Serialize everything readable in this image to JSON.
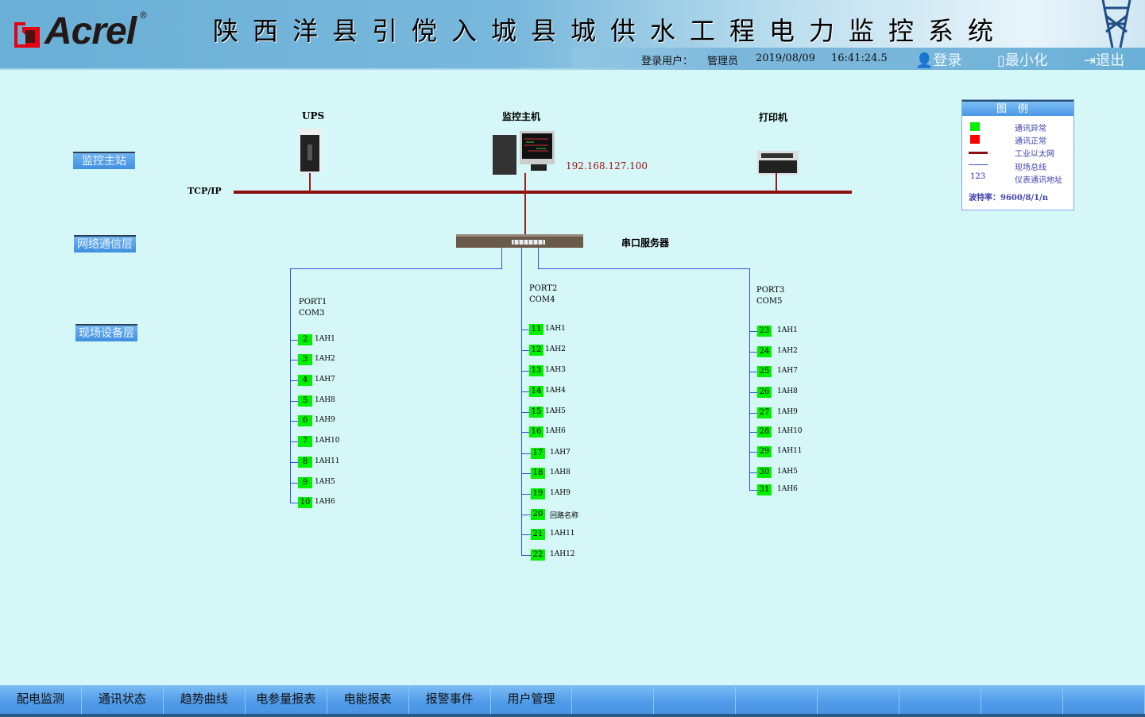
{
  "header": {
    "logo": "Acrel",
    "title": "陕西洋县引傥入城县城供水工程电力监控系统",
    "login_user_label": "登录用户：",
    "user": "管理员",
    "date": "2019/08/09",
    "time": "16:41:24.5",
    "login": "登录",
    "minimize": "最小化",
    "exit": "退出"
  },
  "layers": {
    "station": "监控主站",
    "network": "网络通信层",
    "field": "现场设备层"
  },
  "network": {
    "tcpip": "TCP/IP",
    "ups": "UPS",
    "host": "监控主机",
    "printer": "打印机",
    "ip": "192.168.127.100",
    "serial_server": "串口服务器"
  },
  "ports": [
    {
      "port": "PORT1",
      "com": "COM3",
      "devices": [
        {
          "addr": "2",
          "name": "1AH1"
        },
        {
          "addr": "3",
          "name": "1AH2"
        },
        {
          "addr": "4",
          "name": "1AH7"
        },
        {
          "addr": "5",
          "name": "1AH8"
        },
        {
          "addr": "6",
          "name": "1AH9"
        },
        {
          "addr": "7",
          "name": "1AH10"
        },
        {
          "addr": "8",
          "name": "1AH11"
        },
        {
          "addr": "9",
          "name": "1AH5"
        },
        {
          "addr": "10",
          "name": "1AH6"
        }
      ]
    },
    {
      "port": "PORT2",
      "com": "COM4",
      "devices": [
        {
          "addr": "11",
          "name": "1AH1"
        },
        {
          "addr": "12",
          "name": "1AH2"
        },
        {
          "addr": "13",
          "name": "1AH3"
        },
        {
          "addr": "14",
          "name": "1AH4"
        },
        {
          "addr": "15",
          "name": "1AH5"
        },
        {
          "addr": "16",
          "name": "1AH6"
        },
        {
          "addr": "17",
          "name": "1AH7"
        },
        {
          "addr": "18",
          "name": "1AH8"
        },
        {
          "addr": "19",
          "name": "1AH9"
        },
        {
          "addr": "20",
          "name": "回路名称"
        },
        {
          "addr": "21",
          "name": "1AH11"
        },
        {
          "addr": "22",
          "name": "1AH12"
        }
      ]
    },
    {
      "port": "PORT3",
      "com": "COM5",
      "devices": [
        {
          "addr": "23",
          "name": "1AH1"
        },
        {
          "addr": "24",
          "name": "1AH2"
        },
        {
          "addr": "25",
          "name": "1AH7"
        },
        {
          "addr": "26",
          "name": "1AH8"
        },
        {
          "addr": "27",
          "name": "1AH9"
        },
        {
          "addr": "28",
          "name": "1AH10"
        },
        {
          "addr": "29",
          "name": "1AH11"
        },
        {
          "addr": "30",
          "name": "1AH5"
        },
        {
          "addr": "31",
          "name": "1AH6"
        }
      ]
    }
  ],
  "legend": {
    "title": "图例",
    "items": [
      "通讯异常",
      "通讯正常",
      "工业以太网",
      "现场总线",
      "仪表通讯地址"
    ],
    "addr_sample": "123",
    "baud": "波特率：9600/8/1/n"
  },
  "colors": {
    "ok": "#00f000",
    "err": "#ff0000",
    "ethernet": "#8b0f0f",
    "fieldbus": "#3050e0"
  },
  "footer": {
    "tabs": [
      "配电监测",
      "通讯状态",
      "趋势曲线",
      "电参量报表",
      "电能报表",
      "报警事件",
      "用户管理",
      "",
      "",
      "",
      "",
      "",
      "",
      ""
    ]
  }
}
